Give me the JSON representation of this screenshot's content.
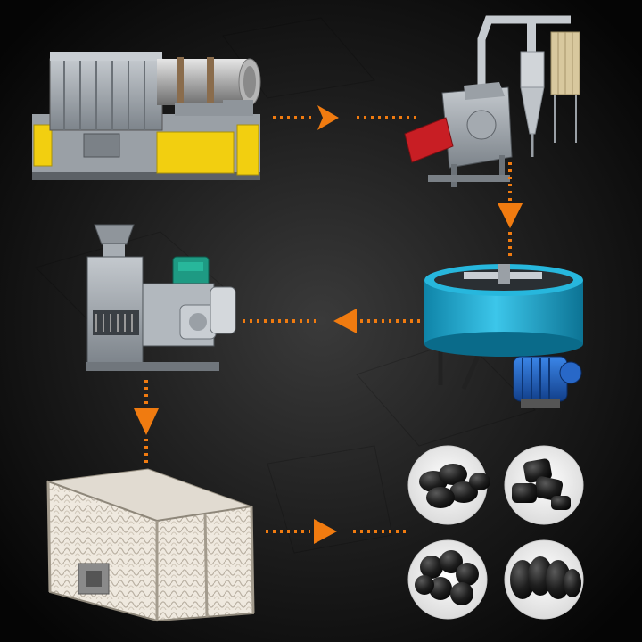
{
  "diagram": {
    "steps": [
      {
        "id": "carbonization-furnace",
        "icon": "rotary-carbonization-furnace"
      },
      {
        "id": "crusher",
        "icon": "hammer-crusher-with-cyclone"
      },
      {
        "id": "mixer",
        "icon": "wheel-grinding-mixer"
      },
      {
        "id": "briquette-press",
        "icon": "ball-press-machine"
      },
      {
        "id": "dryer",
        "icon": "drying-room"
      },
      {
        "id": "products",
        "icon": "charcoal-briquettes"
      }
    ],
    "flow": [
      "carbonization-furnace",
      "crusher",
      "mixer",
      "briquette-press",
      "dryer",
      "products"
    ],
    "products": [
      {
        "shape": "pillow-briquette"
      },
      {
        "shape": "square-briquette"
      },
      {
        "shape": "round-briquette"
      },
      {
        "shape": "oval-briquette"
      }
    ]
  },
  "colors": {
    "background": "#0b0b0b",
    "arrow": "#f07b10",
    "machine_frame": "#8e959c",
    "furnace_panel": "#f2cf10",
    "mixer_tub": "#1fb0d6",
    "motor": "#1d64c9",
    "gearbox": "#1e9a83",
    "crusher_hopper": "#c81e24",
    "charcoal": "#1b1b1b"
  }
}
